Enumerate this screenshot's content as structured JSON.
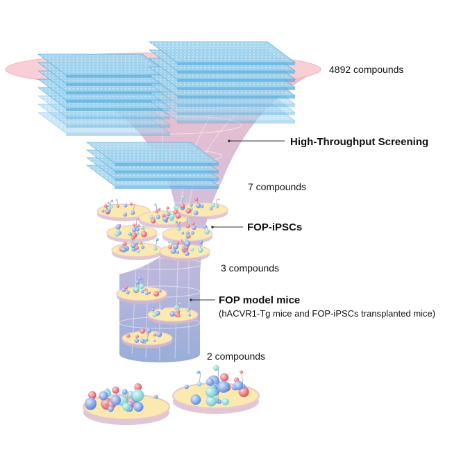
{
  "levels": [
    {
      "count_label": "4892 compounds"
    },
    {
      "stage_label": "High-Throughput Screening"
    },
    {
      "count_label": "7 compounds"
    },
    {
      "stage_label": "FOP-iPSCs"
    },
    {
      "count_label": "3 compounds"
    },
    {
      "stage_label": "FOP model mice",
      "stage_sublabel": "(hACVR1-Tg mice and FOP-iPSCs transplanted mice)"
    },
    {
      "count_label": "2 compounds"
    }
  ],
  "colors": {
    "funnel_top": "#f3b9c1",
    "funnel_mid": "#c9b6d8",
    "funnel_bottom": "#8ea4d6",
    "plate": "#9fd3ef",
    "plate_edge": "#5fb0dc",
    "dish_fill": "#fbe9b0",
    "dish_rim": "#e9c7cf",
    "molecule_blue": "#5b86d8",
    "molecule_red": "#d94a57",
    "molecule_teal": "#6cc6c6",
    "leader_line": "#333333"
  },
  "icons": [
    "well-plate",
    "culture-dish",
    "molecule"
  ]
}
